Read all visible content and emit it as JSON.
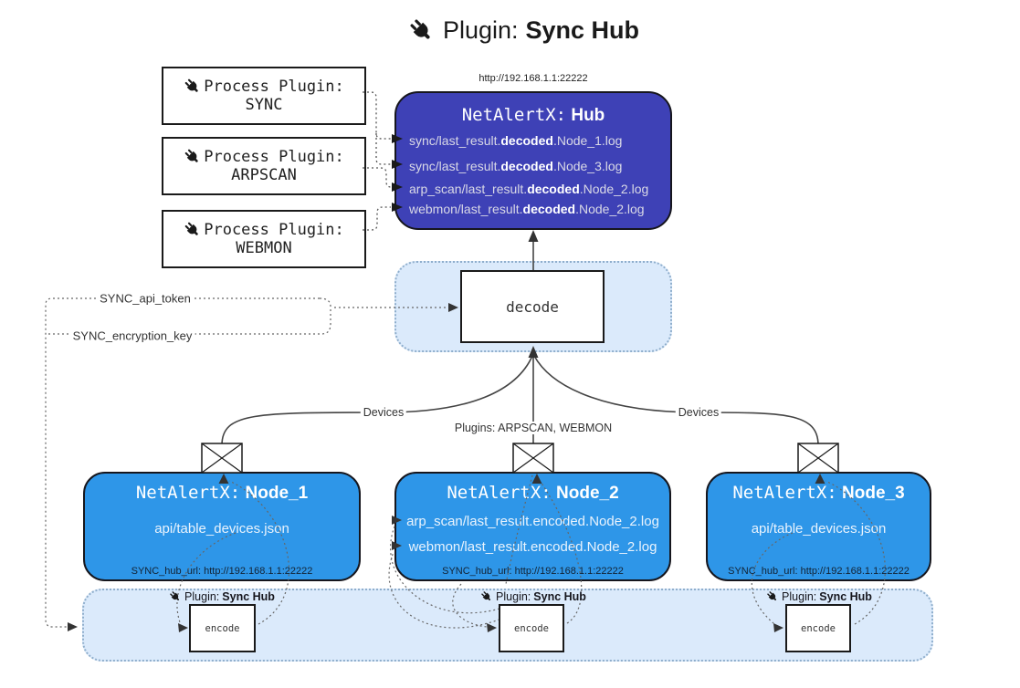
{
  "title": {
    "prefix": "Plugin:",
    "bold": "Sync Hub"
  },
  "hub_url": "http://192.168.1.1:22222",
  "process_plugins": [
    {
      "label": "Process Plugin:",
      "name": "SYNC"
    },
    {
      "label": "Process Plugin:",
      "name": "ARPSCAN"
    },
    {
      "label": "Process Plugin:",
      "name": "WEBMON"
    }
  ],
  "hub": {
    "title_prefix": "NetAlertX:",
    "title_bold": "Hub",
    "lines": [
      {
        "pre": "sync/last_result.",
        "bold": "decoded",
        "post": ".Node_1.log"
      },
      {
        "pre": "sync/last_result.",
        "bold": "decoded",
        "post": ".Node_3.log"
      },
      {
        "pre": "arp_scan/last_result.",
        "bold": "decoded",
        "post": ".Node_2.log"
      },
      {
        "pre": "webmon/last_result.",
        "bold": "decoded",
        "post": ".Node_2.log"
      }
    ]
  },
  "decode_label": "decode",
  "secrets": {
    "api_token": "SYNC_api_token",
    "encryption_key": "SYNC_encryption_key"
  },
  "edge_labels": {
    "devices_left": "Devices",
    "plugins": "Plugins: ARPSCAN, WEBMON",
    "devices_right": "Devices"
  },
  "nodes": [
    {
      "title_prefix": "NetAlertX:",
      "title_bold": "Node_1",
      "lines": [
        "api/table_devices.json"
      ],
      "hub_url": "SYNC_hub_url: http://192.168.1.1:22222"
    },
    {
      "title_prefix": "NetAlertX:",
      "title_bold": "Node_2",
      "lines": [
        "arp_scan/last_result.encoded.Node_2.log",
        "webmon/last_result.encoded.Node_2.log"
      ],
      "hub_url": "SYNC_hub_url: http://192.168.1.1:22222"
    },
    {
      "title_prefix": "NetAlertX:",
      "title_bold": "Node_3",
      "lines": [
        "api/table_devices.json"
      ],
      "hub_url": "SYNC_hub_url: http://192.168.1.1:22222"
    }
  ],
  "encode_sections": [
    {
      "label_prefix": "Plugin:",
      "label_bold": "Sync Hub",
      "box": "encode"
    },
    {
      "label_prefix": "Plugin:",
      "label_bold": "Sync Hub",
      "box": "encode"
    },
    {
      "label_prefix": "Plugin:",
      "label_bold": "Sync Hub",
      "box": "encode"
    }
  ],
  "colors": {
    "hub_fill": "#3E41B6",
    "node_fill": "#2E96E8",
    "panel_fill": "#DBEAFB",
    "line": "#4a4a4a"
  }
}
